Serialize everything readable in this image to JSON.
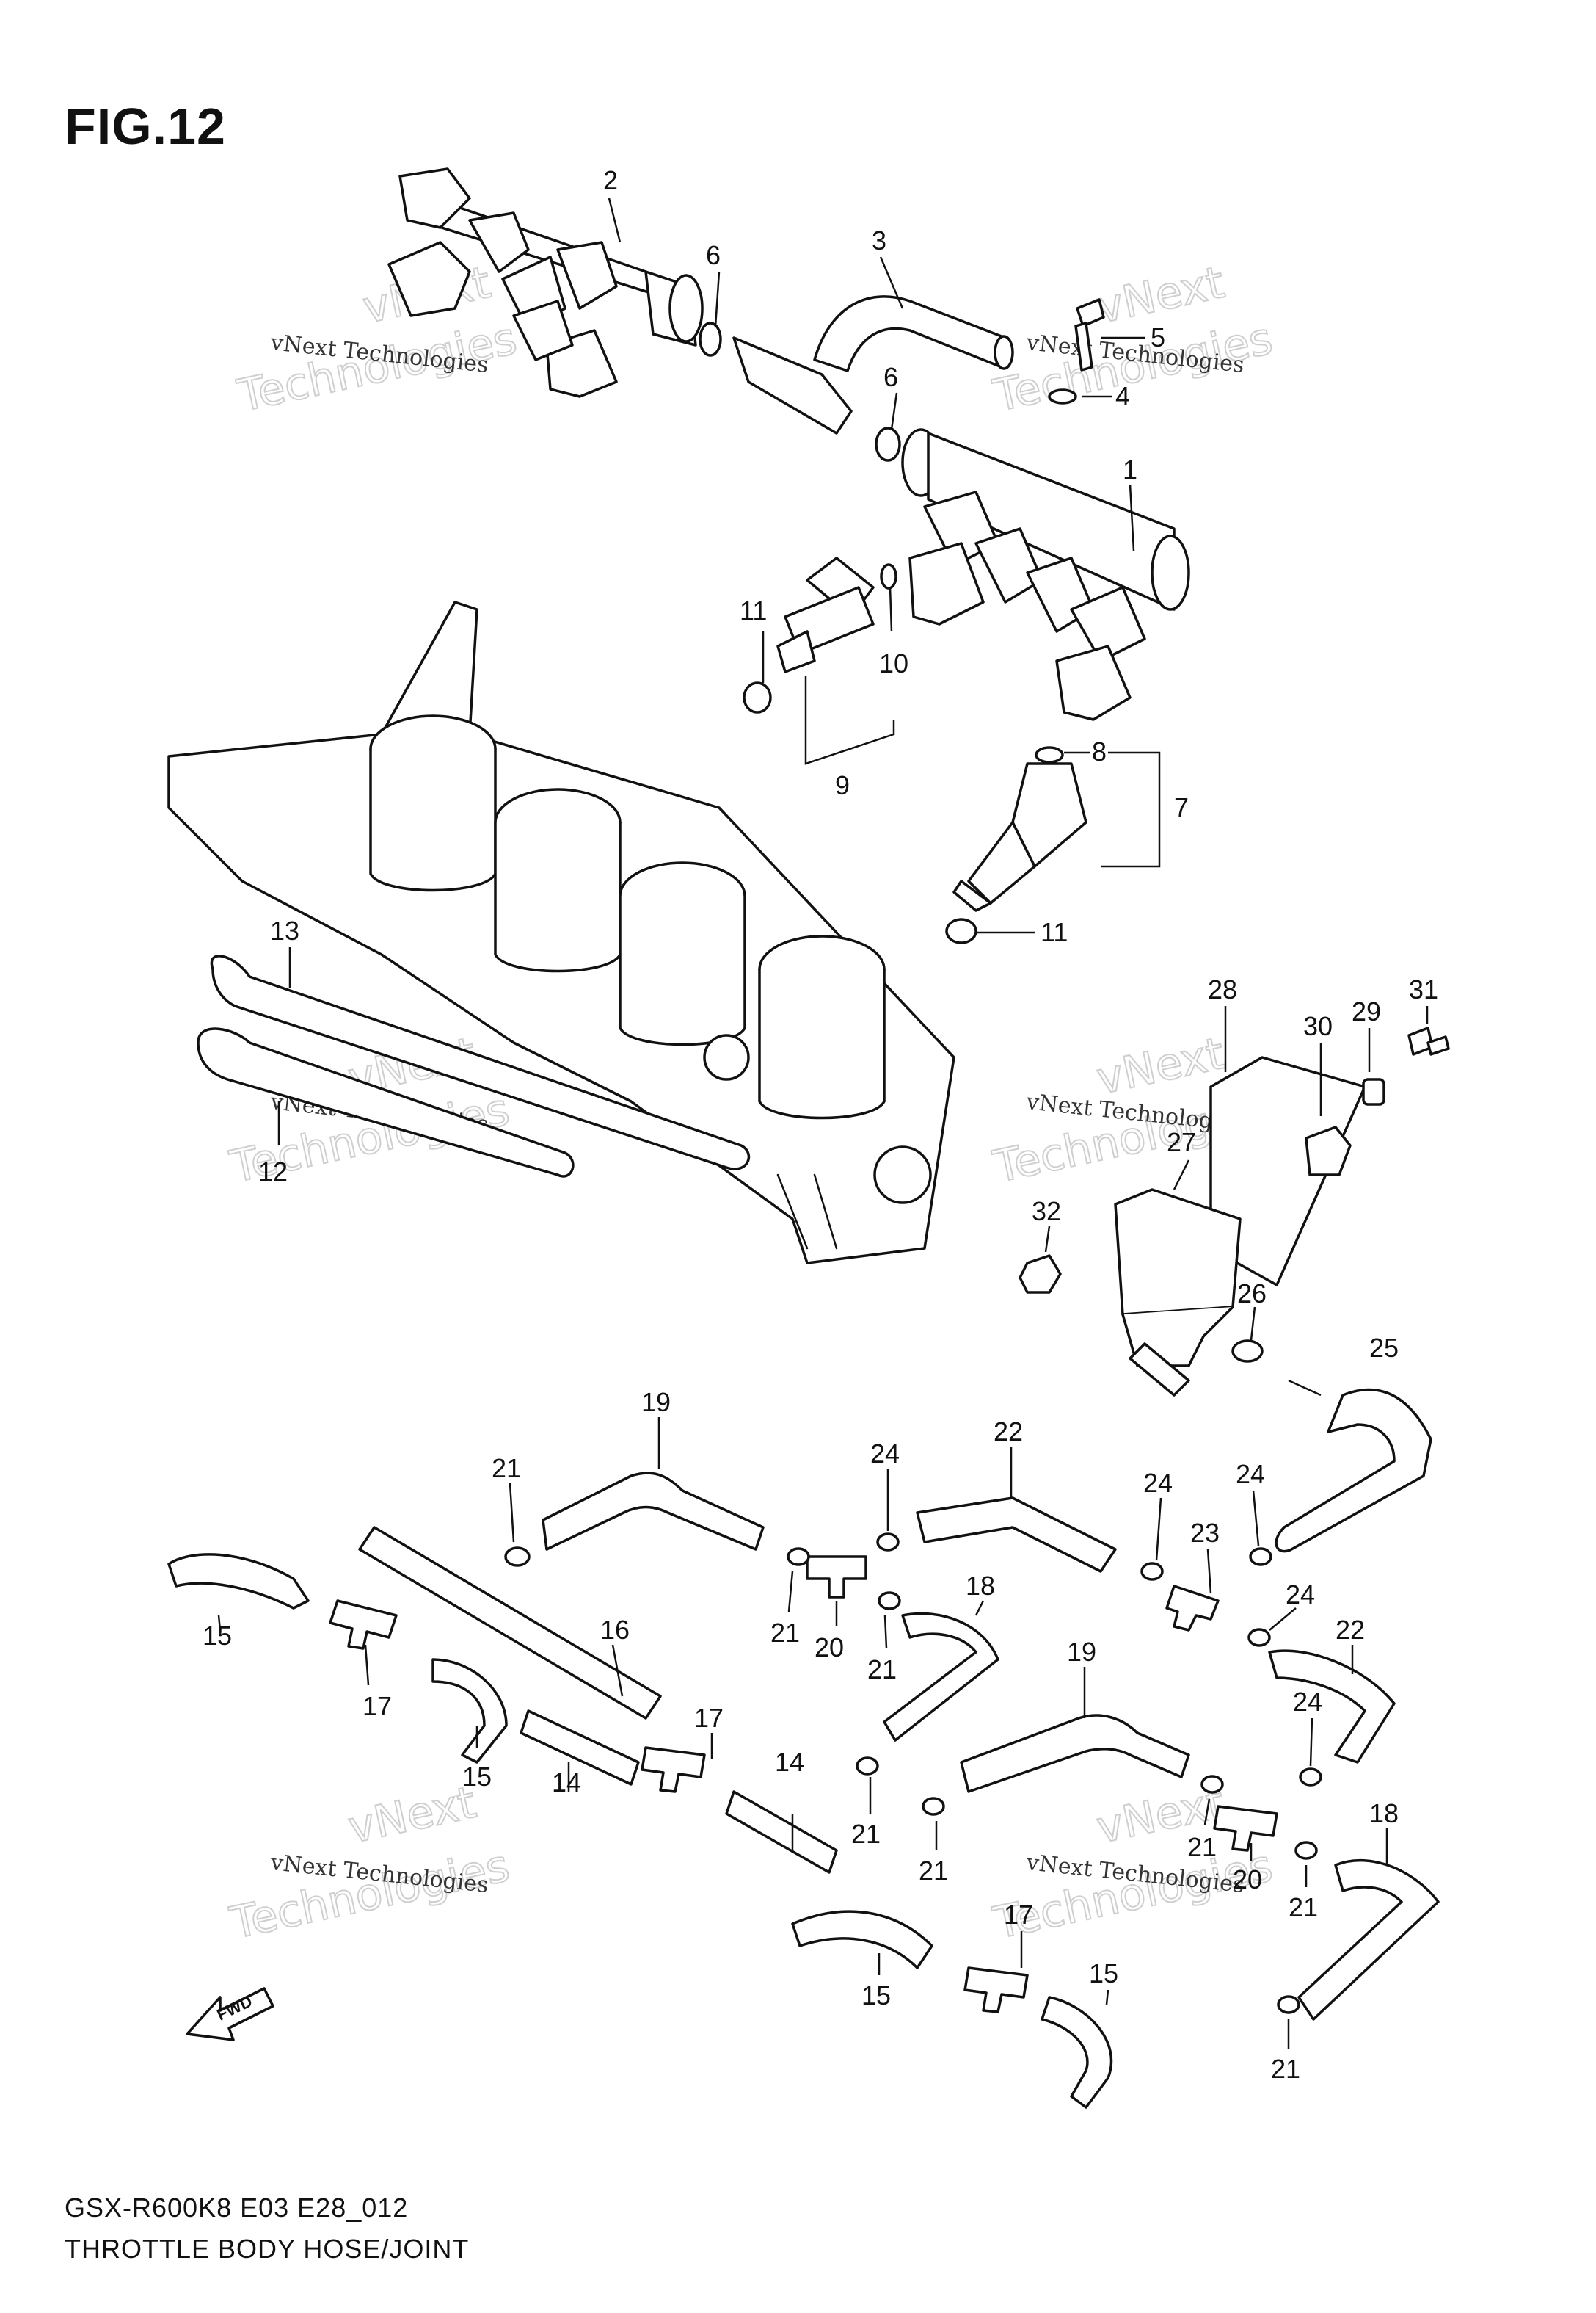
{
  "figure": {
    "title": "FIG.12",
    "model_code": "GSX-R600K8 E03 E28_012",
    "caption": "THROTTLE BODY HOSE/JOINT",
    "direction_marker": "FWD"
  },
  "watermark": {
    "line1": "vNext Technologies",
    "line2": "Technologies",
    "prefix": "vNext"
  },
  "callouts": [
    {
      "id": "c2",
      "label": "2"
    },
    {
      "id": "c6a",
      "label": "6"
    },
    {
      "id": "c3",
      "label": "3"
    },
    {
      "id": "c5",
      "label": "5"
    },
    {
      "id": "c4",
      "label": "4"
    },
    {
      "id": "c6b",
      "label": "6"
    },
    {
      "id": "c1",
      "label": "1"
    },
    {
      "id": "c11a",
      "label": "11"
    },
    {
      "id": "c10",
      "label": "10"
    },
    {
      "id": "c9",
      "label": "9"
    },
    {
      "id": "c8",
      "label": "8"
    },
    {
      "id": "c7",
      "label": "7"
    },
    {
      "id": "c11b",
      "label": "11"
    },
    {
      "id": "c13",
      "label": "13"
    },
    {
      "id": "c12",
      "label": "12"
    },
    {
      "id": "c28",
      "label": "28"
    },
    {
      "id": "c30",
      "label": "30"
    },
    {
      "id": "c29",
      "label": "29"
    },
    {
      "id": "c31",
      "label": "31"
    },
    {
      "id": "c27",
      "label": "27"
    },
    {
      "id": "c32",
      "label": "32"
    },
    {
      "id": "c26",
      "label": "26"
    },
    {
      "id": "c25",
      "label": "25"
    },
    {
      "id": "c19a",
      "label": "19"
    },
    {
      "id": "c21a",
      "label": "21"
    },
    {
      "id": "c24a",
      "label": "24"
    },
    {
      "id": "c22a",
      "label": "22"
    },
    {
      "id": "c24b",
      "label": "24"
    },
    {
      "id": "c24c",
      "label": "24"
    },
    {
      "id": "c23",
      "label": "23"
    },
    {
      "id": "c24d",
      "label": "24"
    },
    {
      "id": "c22b",
      "label": "22"
    },
    {
      "id": "c15a",
      "label": "15"
    },
    {
      "id": "c16",
      "label": "16"
    },
    {
      "id": "c21b",
      "label": "21"
    },
    {
      "id": "c20a",
      "label": "20"
    },
    {
      "id": "c21c",
      "label": "21"
    },
    {
      "id": "c18a",
      "label": "18"
    },
    {
      "id": "c17a",
      "label": "17"
    },
    {
      "id": "c17b",
      "label": "17"
    },
    {
      "id": "c15b",
      "label": "15"
    },
    {
      "id": "c14a",
      "label": "14"
    },
    {
      "id": "c14b",
      "label": "14"
    },
    {
      "id": "c19b",
      "label": "19"
    },
    {
      "id": "c24e",
      "label": "24"
    },
    {
      "id": "c21d",
      "label": "21"
    },
    {
      "id": "c21e",
      "label": "21"
    },
    {
      "id": "c21f",
      "label": "21"
    },
    {
      "id": "c20b",
      "label": "20"
    },
    {
      "id": "c21g",
      "label": "21"
    },
    {
      "id": "c18b",
      "label": "18"
    },
    {
      "id": "c17c",
      "label": "17"
    },
    {
      "id": "c15c",
      "label": "15"
    },
    {
      "id": "c15d",
      "label": "15"
    },
    {
      "id": "c21h",
      "label": "21"
    }
  ]
}
